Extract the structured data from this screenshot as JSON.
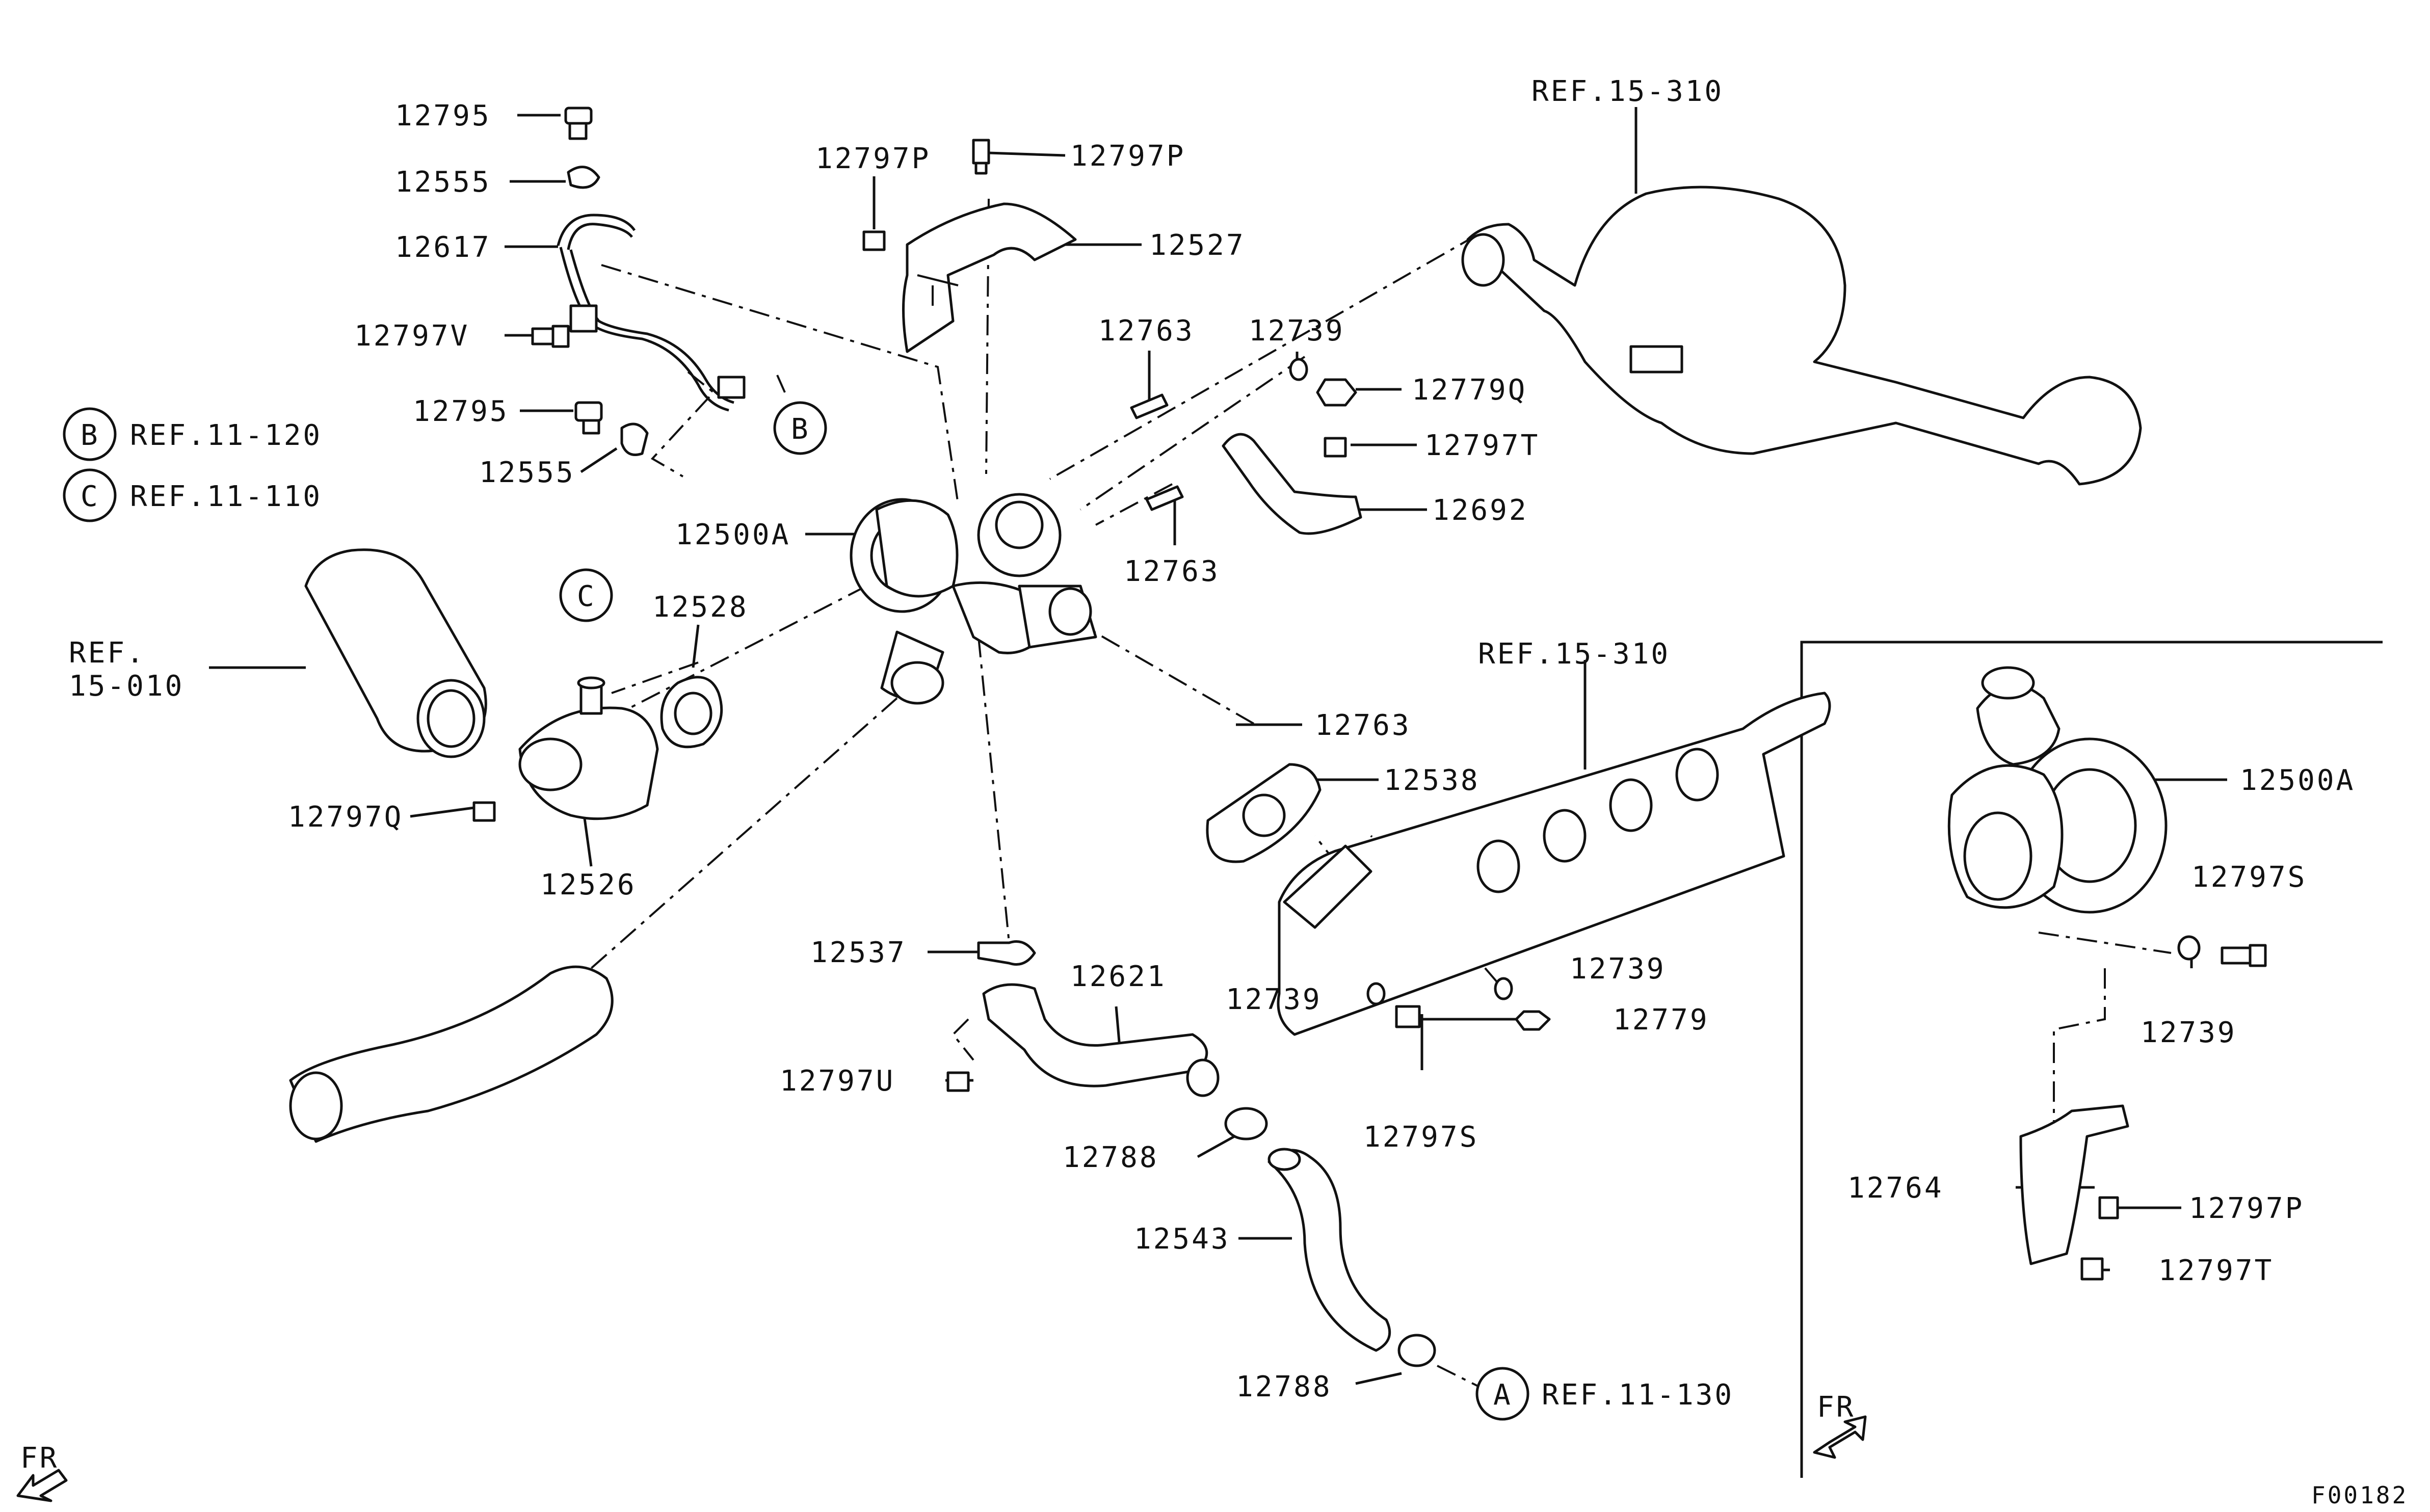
{
  "figure_id": "F00182",
  "fr_label": "FR",
  "refs": {
    "b": {
      "letter": "B",
      "text": "REF.11-120"
    },
    "c": {
      "letter": "C",
      "text": "REF.11-110"
    },
    "a": {
      "letter": "A",
      "text": "REF.11-130"
    },
    "exhaust_top": "REF.15-310",
    "exhaust_manifold": "REF.15-310",
    "intake_pipe_1": "REF.",
    "intake_pipe_2": "15-010"
  },
  "callout_letters": {
    "b": "B",
    "c": "C"
  },
  "parts": {
    "p12795_a": "12795",
    "p12555_a": "12555",
    "p12617": "12617",
    "p12797v": "12797V",
    "p12795_b": "12795",
    "p12555_b": "12555",
    "p12797p_l": "12797P",
    "p12797p_r": "12797P",
    "p12527": "12527",
    "p12763_a": "12763",
    "p12739_a": "12739",
    "p12779q": "12779Q",
    "p12797t_a": "12797T",
    "p12692": "12692",
    "p12763_b": "12763",
    "p12500a_main": "12500A",
    "p12528": "12528",
    "p12763_c": "12763",
    "p12538": "12538",
    "p12797q": "12797Q",
    "p12526": "12526",
    "p12537": "12537",
    "p12621": "12621",
    "p12739_b": "12739",
    "p12739_c": "12739",
    "p12779": "12779",
    "p12797u": "12797U",
    "p12797s_a": "12797S",
    "p12788_a": "12788",
    "p12543": "12543",
    "p12788_b": "12788",
    "p12500a_inset": "12500A",
    "p12797s_b": "12797S",
    "p12739_d": "12739",
    "p12764": "12764",
    "p12797p_inset": "12797P",
    "p12797t_b": "12797T"
  }
}
